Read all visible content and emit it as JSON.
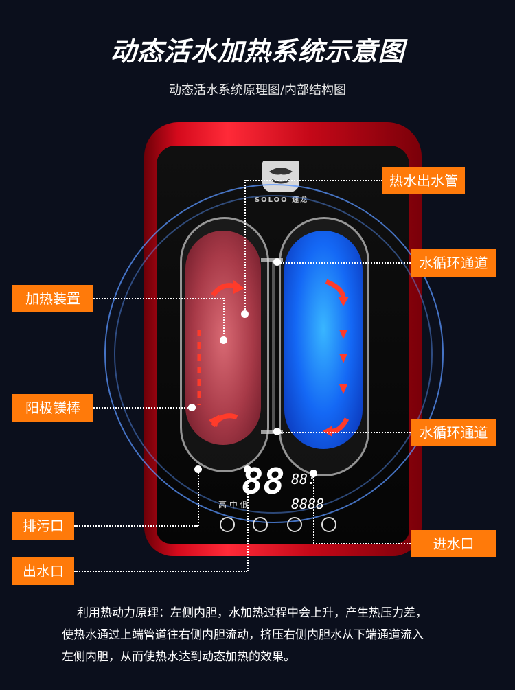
{
  "title": "动态活水加热系统示意图",
  "subtitle": "动态活水系统原理图/内部结构图",
  "device": {
    "brand": "SOLOO",
    "brand_cn": "速龙",
    "display_main": "88",
    "display_top_right": "88:",
    "display_bottom_right": "8888",
    "display_modes": "高 中 低"
  },
  "labels": {
    "hot_water_outlet_pipe": "热水出水管",
    "circulation_channel_top": "水循环通道",
    "heating_device": "加热装置",
    "anode_rod": "阳极镁棒",
    "circulation_channel_bottom": "水循环通道",
    "drain_port": "排污口",
    "water_inlet": "进水口",
    "water_outlet": "出水口"
  },
  "description": {
    "line1": "利用热动力原理：左侧内胆，水加热过程中会上升，产生热压力差，",
    "line2": "使热水通过上端管道往右侧内胆流动，挤压右侧内胆水从下端通道流入",
    "line3": "左侧内胆，从而使热水达到动态加热的效果。"
  },
  "colors": {
    "label_bg": "#ff7a0a",
    "device_red": "#d40a1c",
    "background": "#0b0f1c",
    "hot_water": "#a83a48",
    "cold_water": "#1468f5"
  }
}
